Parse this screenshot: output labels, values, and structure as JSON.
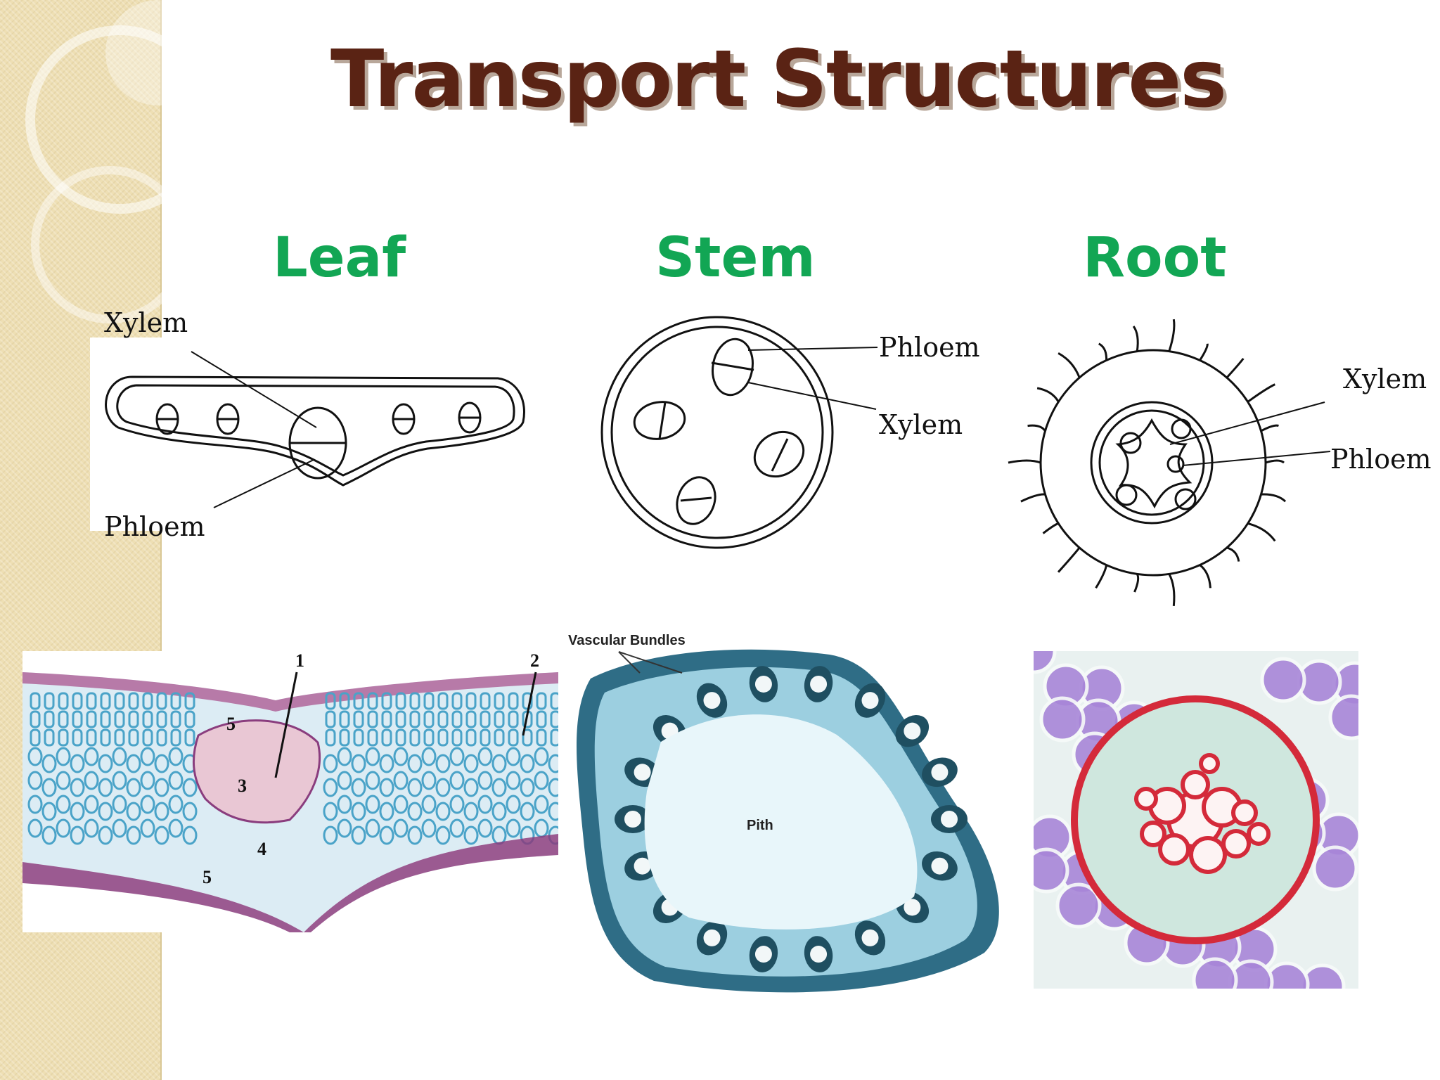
{
  "slide": {
    "title": "Transport Structures",
    "columns": [
      {
        "heading": "Leaf"
      },
      {
        "heading": "Stem"
      },
      {
        "heading": "Root"
      }
    ]
  },
  "leaf_diagram": {
    "xylem_label": "Xylem",
    "phloem_label": "Phloem"
  },
  "stem_diagram": {
    "phloem_label": "Phloem",
    "xylem_label": "Xylem"
  },
  "root_diagram": {
    "xylem_label": "Xylem",
    "phloem_label": "Phloem"
  },
  "leaf_micrograph": {
    "markers": [
      "1",
      "2",
      "3",
      "4",
      "5",
      "5"
    ]
  },
  "stem_micrograph": {
    "top_label": "Vascular Bundles",
    "center_label": "Pith"
  },
  "colors": {
    "title": "#5a2314",
    "title_shadow": "#b8a79a",
    "heading_green": "#12a654",
    "sidebar": "#eedfb4",
    "stain_purple": "#8a3d7e",
    "stain_blue": "#4aa3c8",
    "stain_red": "#d42a3a",
    "stain_teal": "#3f7f8a"
  }
}
